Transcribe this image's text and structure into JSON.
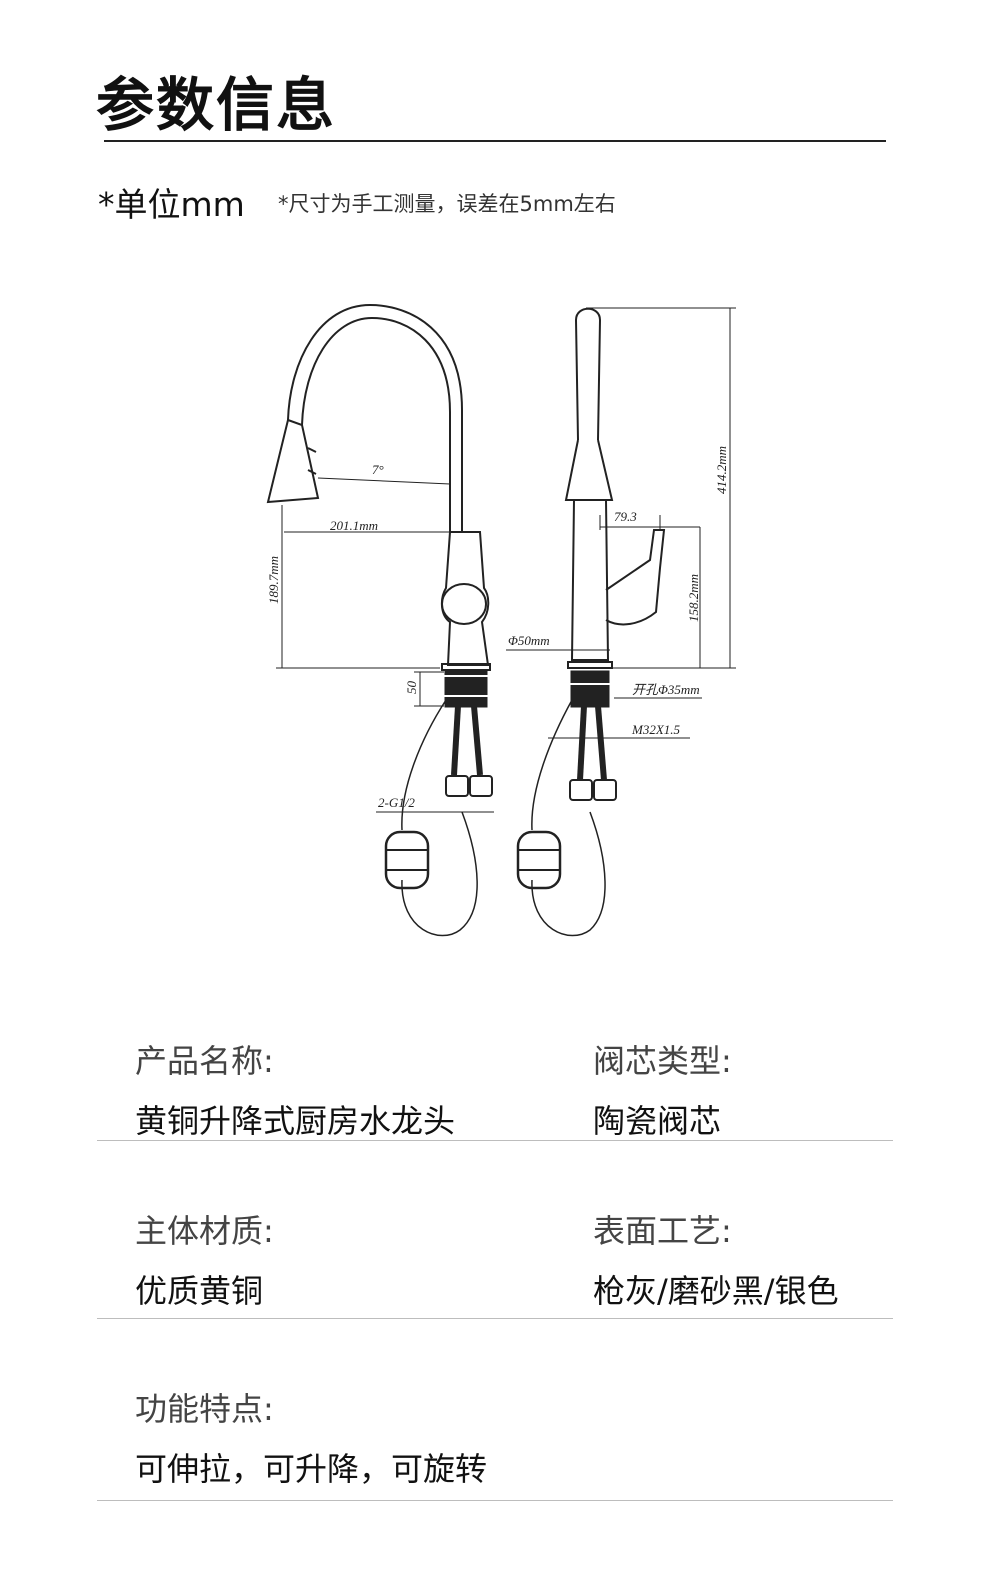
{
  "header": {
    "title": "参数信息",
    "unit": "*单位mm",
    "unit_note": "*尺寸为手工测量，误差在5mm左右"
  },
  "drawing": {
    "labels": {
      "angle": "7°",
      "reach": "201.1mm",
      "height_left": "189.7mm",
      "base": "50",
      "inlet": "2-G1/2",
      "handle_offset": "79.3",
      "total_height": "414.2mm",
      "spout_height": "158.2mm",
      "base_dia": "Φ50mm",
      "hole": "开孔Φ35mm",
      "thread": "M32X1.5"
    }
  },
  "specs": {
    "name_label": "产品名称:",
    "name_value": "黄铜升降式厨房水龙头",
    "core_label": "阀芯类型:",
    "core_value": "陶瓷阀芯",
    "material_label": "主体材质:",
    "material_value": "优质黄铜",
    "finish_label": "表面工艺:",
    "finish_value": "枪灰/磨砂黑/银色",
    "feature_label": "功能特点:",
    "feature_value": "可伸拉，可升降，可旋转"
  }
}
